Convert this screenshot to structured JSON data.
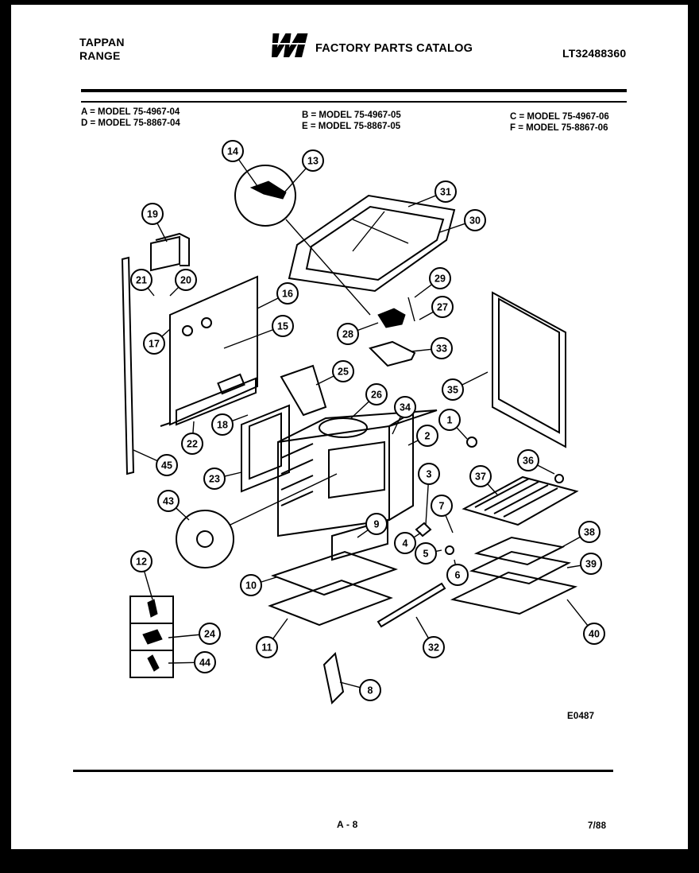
{
  "header": {
    "brand_line1": "TAPPAN",
    "brand_line2": "RANGE",
    "logo_text": "WCI",
    "catalog_title": "FACTORY PARTS CATALOG",
    "catalog_number": "LT32488360"
  },
  "models": {
    "a": "A = MODEL 75-4967-04",
    "d": "D = MODEL 75-8867-04",
    "b": "B = MODEL 75-4967-05",
    "e": "E = MODEL 75-8867-05",
    "c": "C = MODEL 75-4967-06",
    "f": "F = MODEL 75-8867-06"
  },
  "callouts": [
    "1",
    "2",
    "3",
    "4",
    "5",
    "6",
    "7",
    "8",
    "9",
    "10",
    "11",
    "12",
    "13",
    "14",
    "15",
    "16",
    "17",
    "18",
    "19",
    "20",
    "21",
    "22",
    "23",
    "24",
    "25",
    "26",
    "27",
    "28",
    "29",
    "30",
    "31",
    "32",
    "33",
    "34",
    "35",
    "36",
    "37",
    "38",
    "39",
    "40",
    "43",
    "44",
    "45"
  ],
  "drawing_code": "E0487",
  "footer": {
    "page": "A - 8",
    "date": "7/88"
  }
}
